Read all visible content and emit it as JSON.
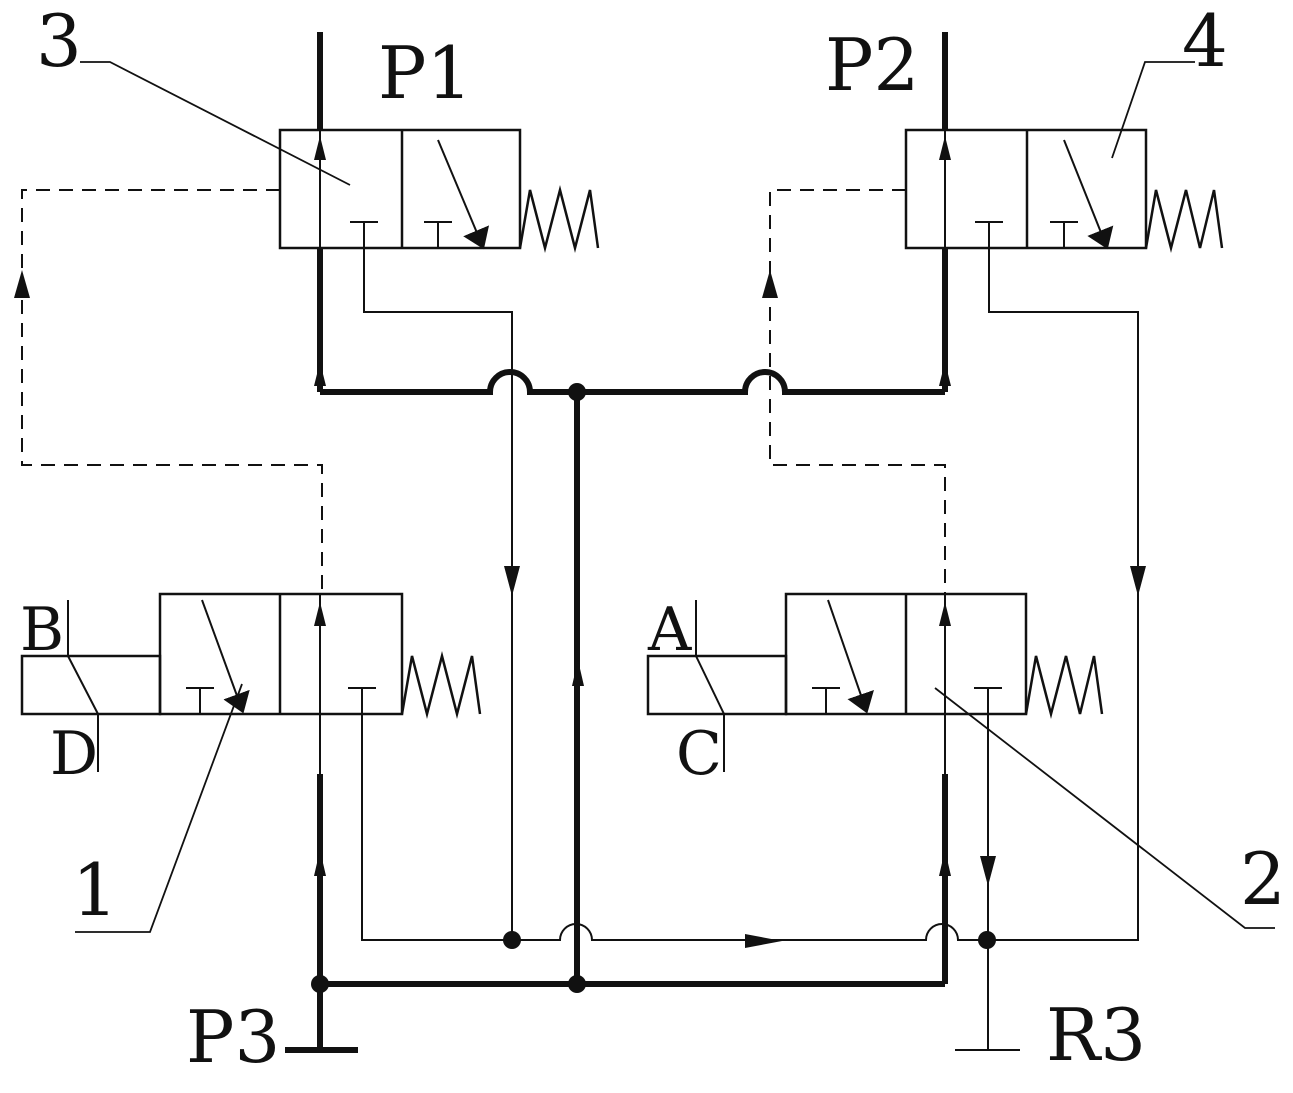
{
  "labels": {
    "p1": "P1",
    "p2": "P2",
    "p3": "P3",
    "r3": "R3",
    "n1": "1",
    "n2": "2",
    "n3": "3",
    "n4": "4",
    "a": "A",
    "b": "B",
    "c": "C",
    "d": "D"
  },
  "colors": {
    "line": "#111111",
    "background": "#ffffff"
  }
}
